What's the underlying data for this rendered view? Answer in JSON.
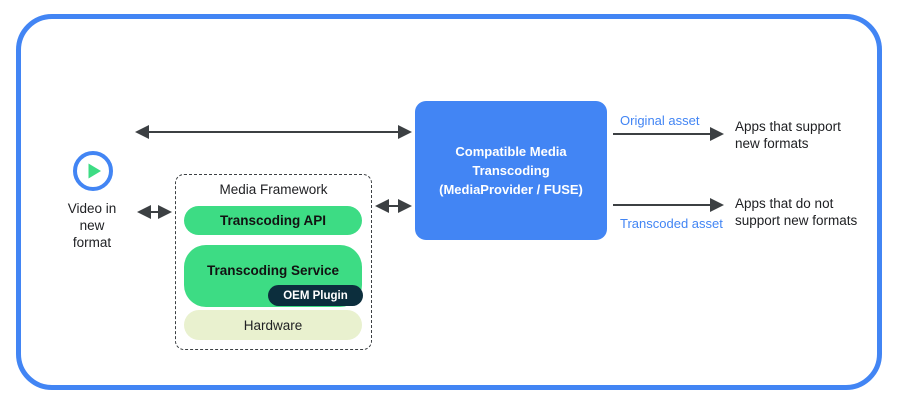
{
  "frame": {
    "border_color": "#4285f4"
  },
  "source": {
    "icon": "play-circle-icon",
    "label": "Video in\nnew\nformat",
    "icon_ring_color": "#4285f4",
    "icon_triangle_color": "#3ddc84"
  },
  "framework": {
    "title": "Media Framework",
    "blocks": [
      {
        "label": "Transcoding API",
        "color": "#3ddc84"
      },
      {
        "label": "Transcoding Service",
        "color": "#3ddc84"
      },
      {
        "label": "Hardware",
        "color": "#e9f1cf"
      }
    ],
    "badge": {
      "label": "OEM Plugin",
      "color": "#0c2e3d"
    }
  },
  "center": {
    "title": "Compatible Media\nTranscoding\n(MediaProvider / FUSE)",
    "color": "#4285f4"
  },
  "outputs": [
    {
      "asset_label": "Original asset",
      "target_label": "Apps that support\nnew formats",
      "label_color": "#4285f4"
    },
    {
      "asset_label": "Transcoded asset",
      "target_label": "Apps that do not\nsupport new formats",
      "label_color": "#4285f4"
    }
  ],
  "connectors": {
    "top_bidirectional": "video-to-transcoding",
    "video_to_framework": "video-to-framework",
    "framework_to_transcoding": "framework-to-transcoding"
  }
}
